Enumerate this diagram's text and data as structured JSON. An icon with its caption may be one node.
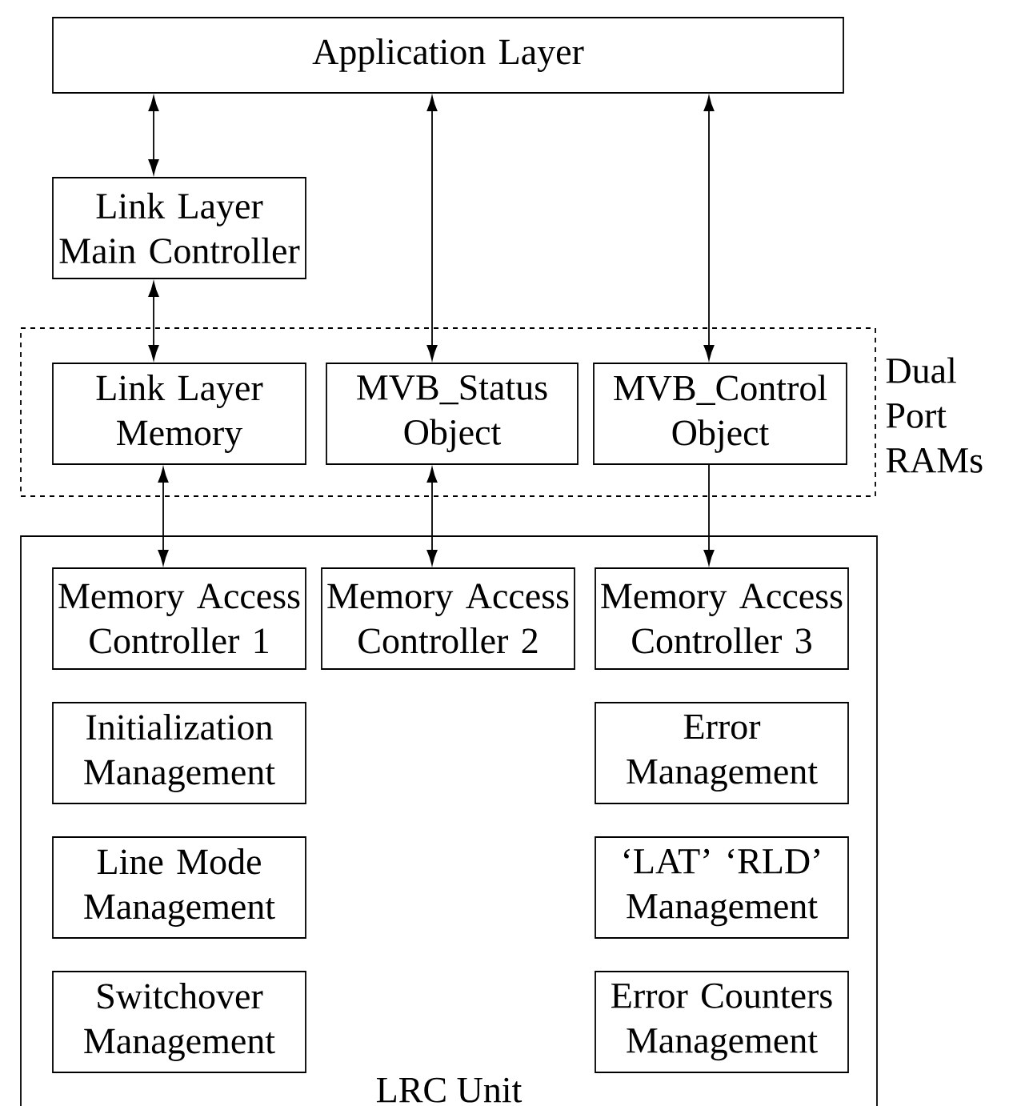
{
  "diagram": {
    "nodes": [
      {
        "text": [
          "Application Layer"
        ]
      },
      {
        "text": [
          "Link Layer Main Controller"
        ]
      },
      {
        "text": [
          "Dual Port RAMs"
        ]
      },
      {
        "text": [
          "Link Layer Memory"
        ],
        "in": 2
      },
      {
        "text": [
          "MVB_Status Object"
        ],
        "in": 2
      },
      {
        "text": [
          "MVB_Control Object"
        ],
        "in": 2
      },
      {
        "text": [
          "LRC Unit"
        ]
      },
      {
        "text": [
          "Memory Access Controller 1"
        ],
        "in": 6
      },
      {
        "text": [
          "Memory Access Controller 2"
        ],
        "in": 6
      },
      {
        "text": [
          "Memory Access Controller 3"
        ],
        "in": 6
      },
      {
        "text": [
          "Initialization Management"
        ],
        "in": 6
      },
      {
        "text": [
          "Error Management"
        ],
        "in": 6
      },
      {
        "text": [
          "Line Mode Management"
        ],
        "in": 6
      },
      {
        "text": [
          "‘LAT’ ‘RLD’ Management"
        ],
        "in": 6
      },
      {
        "text": [
          "Switchover Management"
        ],
        "in": 6
      },
      {
        "text": [
          "Error Counters Management"
        ],
        "in": 6
      }
    ],
    "edges": [
      {
        "from": 0,
        "to": 1,
        "arrow": "both"
      },
      {
        "from": 1,
        "to": 3,
        "arrow": "both"
      },
      {
        "from": 0,
        "to": 4,
        "arrow": "both"
      },
      {
        "from": 0,
        "to": 5,
        "arrow": "both"
      },
      {
        "from": 3,
        "to": 7,
        "arrow": "both"
      },
      {
        "from": 4,
        "to": 8,
        "arrow": "both"
      },
      {
        "from": 5,
        "to": 9,
        "arrow": "to"
      }
    ]
  }
}
